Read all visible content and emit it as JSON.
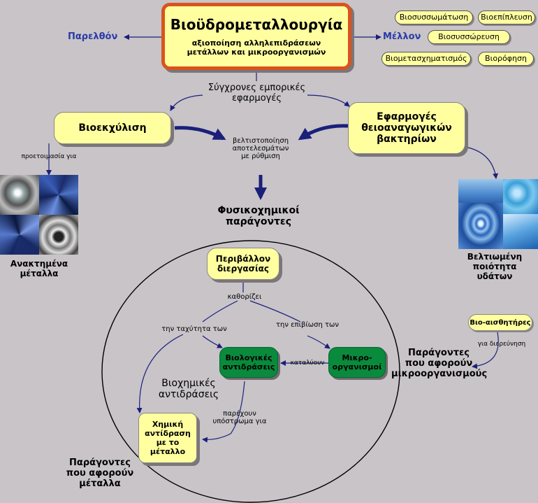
{
  "title": {
    "main": "Βιοϋδρομεταλλουργία",
    "subtitle_line1": "αξιοποίηση αλληλεπιδράσεων",
    "subtitle_line2": "μετάλλων και μικροοργανισμών"
  },
  "past_label": "Παρελθόν",
  "future_label": "Μέλλον",
  "future_items": [
    "Βιοσυσσωμάτωση",
    "Βιοεπίπλευση",
    "Βιοσυσσώρευση",
    "Βιομετασχηματισμός",
    "Βιορόφηση"
  ],
  "modern_apps": {
    "line1": "Σύγχρονες εμπορικές",
    "line2": "εφαρμογές"
  },
  "bioleaching": "Βιοεκχύλιση",
  "sulfate_apps": {
    "line1": "Εφαρμογές",
    "line2": "θειοαναγωγικών",
    "line3": "βακτηρίων"
  },
  "optimization": {
    "line1": "βελτιστοποίηση",
    "line2": "αποτελεσμάτων",
    "line3": "με ρύθμιση"
  },
  "pretreatment_label": "προετοιμασία για",
  "recovered_metals": {
    "line1": "Ανακτημένα",
    "line2": "μέταλλα"
  },
  "water_quality": {
    "line1": "Βελτιωμένη",
    "line2": "ποιότητα",
    "line3": "υδάτων"
  },
  "physchem_factors": {
    "line1": "Φυσικοχημικοί",
    "line2": "παράγοντες"
  },
  "process_env": {
    "line1": "Περιβάλλον",
    "line2": "διεργασίας"
  },
  "determines": "καθορίζει",
  "rate_of": "την ταχύτητα των",
  "survival_of": "την επιβίωση των",
  "bio_reactions": {
    "line1": "Βιολογικές",
    "line2": "αντιδράσεις"
  },
  "catalyze": "καταλύουν",
  "microorganisms_box": {
    "line1": "Μικρο-",
    "line2": "οργανισμοί"
  },
  "biochemical": {
    "line1": "Βιοχημικές",
    "line2": "αντιδράσεις"
  },
  "provide_substrate": {
    "line1": "παρέχουν",
    "line2": "υπόστρωμα για"
  },
  "chemical_reaction": {
    "line1": "Χημική",
    "line2": "αντίδραση",
    "line3": "με το",
    "line4": "μέταλλο"
  },
  "biosensors": "Βιο-αισθητήρες",
  "for_facilitation": "για διερεύνηση",
  "micro_factors": {
    "line1": "Παράγοντες",
    "line2": "που αφορούν",
    "line3": "μικροοργανισμούς"
  },
  "metal_factors": {
    "line1": "Παράγοντες",
    "line2": "που αφορούν",
    "line3": "μέταλλα"
  },
  "colors": {
    "background": "#c8c4c8",
    "box": "#ffffa0",
    "title_border": "#d9531e",
    "green": "#0a8a3c",
    "arrow": "#1a1f7a",
    "label_blue": "#2a3aa8"
  }
}
